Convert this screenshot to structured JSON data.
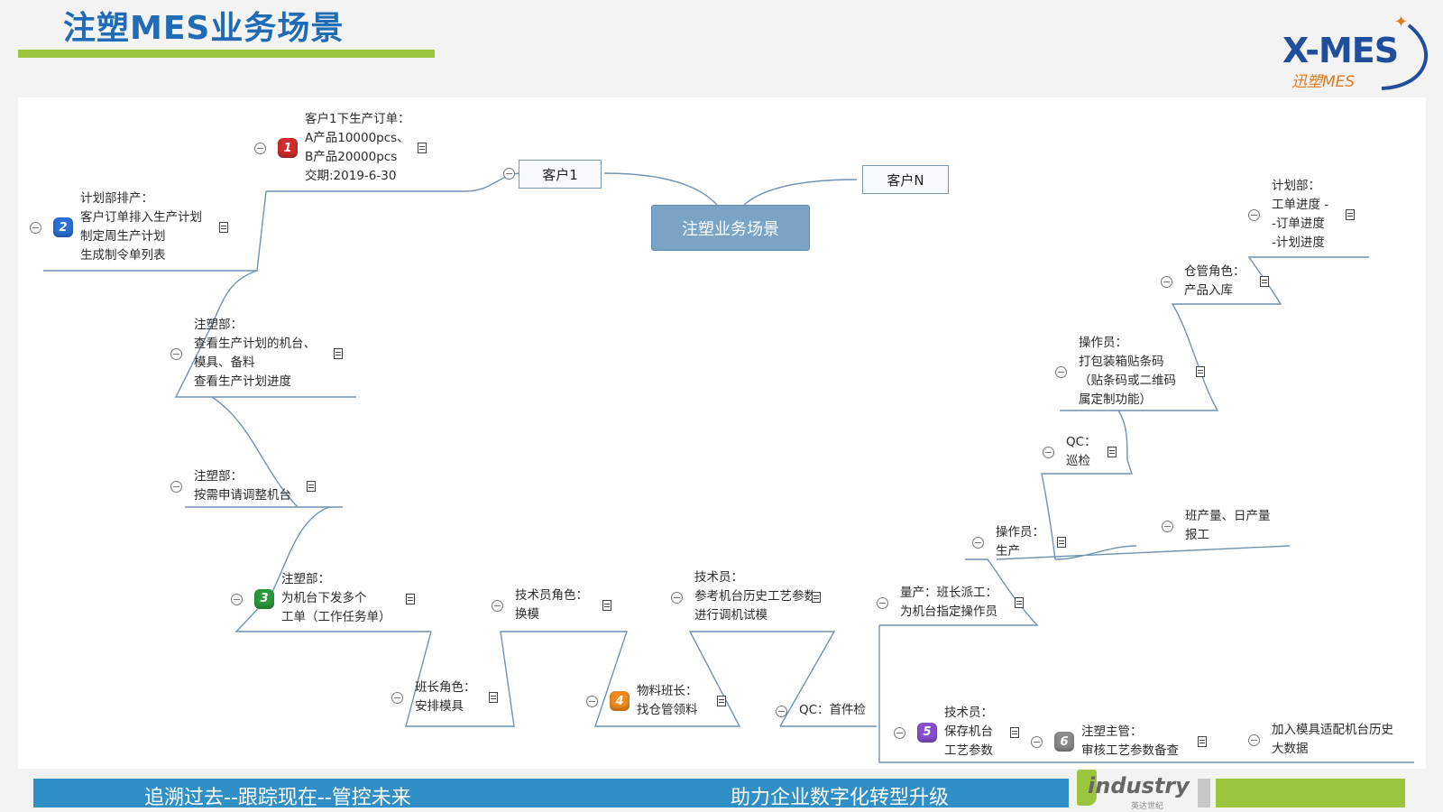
{
  "header": {
    "title": "注塑MES业务场景",
    "logo_main": "X-MES",
    "logo_sub": "迅塑MES"
  },
  "mindmap": {
    "center": "注塑业务场景",
    "customer1": "客户1",
    "customerN": "客户N",
    "nodes": [
      {
        "id": "n1",
        "badge": "1",
        "color": "#d32b2b",
        "lines": [
          "客户1下生产订单：",
          "A产品10000pcs、",
          "B产品20000pcs",
          "交期:2019-6-30"
        ]
      },
      {
        "id": "n2",
        "badge": "2",
        "color": "#2a6fd6",
        "lines": [
          "计划部排产：",
          "客户订单排入生产计划",
          "制定周生产计划",
          "生成制令单列表"
        ]
      },
      {
        "id": "n3",
        "lines": [
          "注塑部：",
          "查看生产计划的机台、",
          "模具、备料",
          "查看生产计划进度"
        ]
      },
      {
        "id": "n4",
        "lines": [
          "注塑部：",
          "按需申请调整机台"
        ]
      },
      {
        "id": "n5",
        "badge": "3",
        "color": "#2c9a3a",
        "lines": [
          "注塑部：",
          "为机台下发多个",
          "工单（工作任务单）"
        ]
      },
      {
        "id": "n6",
        "lines": [
          "班长角色：",
          "安排模具"
        ]
      },
      {
        "id": "n7",
        "lines": [
          "技术员角色：",
          "换模"
        ]
      },
      {
        "id": "n8",
        "badge": "4",
        "color": "#f08a1c",
        "lines": [
          "物料班长：",
          "找仓管领料"
        ]
      },
      {
        "id": "n9",
        "lines": [
          "技术员：",
          "参考机台历史工艺参数",
          "进行调机试模"
        ]
      },
      {
        "id": "n10",
        "lines": [
          "QC：首件检"
        ]
      },
      {
        "id": "n11",
        "lines": [
          "量产：班长派工：",
          "为机台指定操作员"
        ]
      },
      {
        "id": "n12",
        "badge": "5",
        "color": "#8a4fd0",
        "lines": [
          "技术员：",
          "保存机台",
          "工艺参数"
        ]
      },
      {
        "id": "n13",
        "badge": "6",
        "color": "#8a8a8a",
        "lines": [
          "注塑主管：",
          "审核工艺参数备查"
        ]
      },
      {
        "id": "n14",
        "lines": [
          "加入模具适配机台历史",
          "大数据"
        ]
      },
      {
        "id": "n15",
        "lines": [
          "操作员：",
          "生产"
        ]
      },
      {
        "id": "n16",
        "lines": [
          "班产量、日产量",
          "报工"
        ]
      },
      {
        "id": "n17",
        "lines": [
          "QC：",
          "巡检"
        ]
      },
      {
        "id": "n18",
        "lines": [
          "操作员：",
          "打包装箱贴条码",
          "（贴条码或二维码",
          "属定制功能）"
        ]
      },
      {
        "id": "n19",
        "lines": [
          "仓管角色：",
          "产品入库"
        ]
      },
      {
        "id": "n20",
        "lines": [
          "计划部：",
          "工单进度 -",
          "-订单进度",
          "-计划进度"
        ]
      }
    ]
  },
  "footer": {
    "left": "追溯过去--跟踪现在--管控未来",
    "right": "助力企业数字化转型升级",
    "brand": "industry",
    "brand_sub": "英达世纪"
  },
  "colors": {
    "title": "#1f6bb5",
    "accent_green": "#9bc53d",
    "footer_blue": "#2f8fc6",
    "line": "#6f93b4",
    "center_node": "#7ba3c6"
  }
}
